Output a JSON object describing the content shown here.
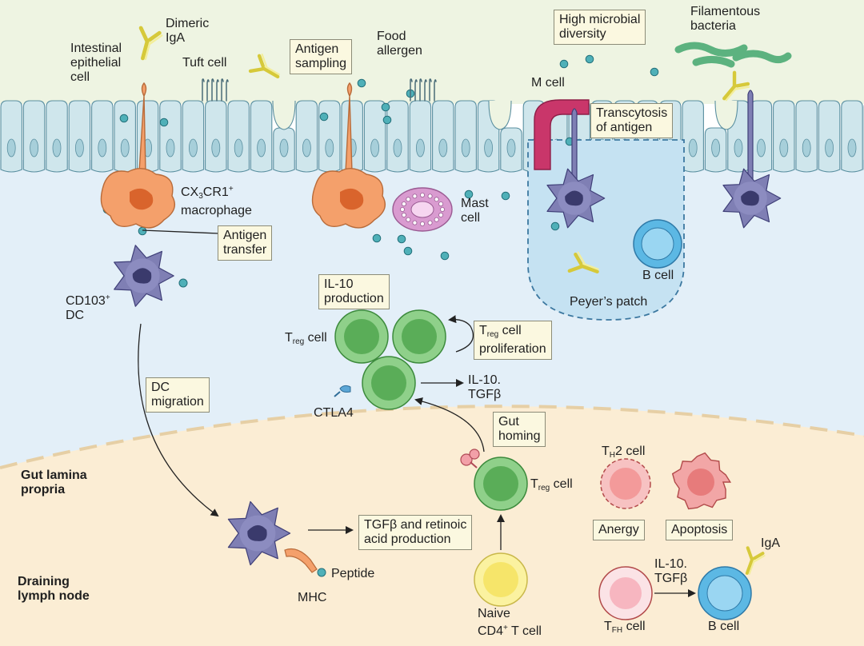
{
  "labels": {
    "dimeric_iga": [
      "Dimeric",
      "IgA"
    ],
    "intestinal_epithelial_cell": [
      "Intestinal",
      "epithelial",
      "cell"
    ],
    "tuft_cell": "Tuft cell",
    "antigen_sampling": [
      "Antigen",
      "sampling"
    ],
    "food_allergen": [
      "Food",
      "allergen"
    ],
    "high_microbial_diversity": [
      "High microbial",
      "diversity"
    ],
    "filamentous_bacteria": [
      "Filamentous",
      "bacteria"
    ],
    "m_cell": "M cell",
    "transcytosis": [
      "Transcytosis",
      "of antigen"
    ],
    "cx3cr1_macrophage": {
      "pre": "CX",
      "sub": "3",
      "post": "CR1",
      "sup": "+",
      "line2": "macrophage"
    },
    "mast_cell": [
      "Mast",
      "cell"
    ],
    "antigen_transfer": [
      "Antigen",
      "transfer"
    ],
    "cd103_dc": {
      "pre": "CD103",
      "sup": "+",
      "line2": "DC"
    },
    "b_cell_patch": "B cell",
    "peyers_patch": "Peyer’s patch",
    "il10_production": [
      "IL-10",
      "production"
    ],
    "treg_cell_top": {
      "pre": "T",
      "sub": "reg",
      "post": " cell"
    },
    "treg_proliferation": {
      "pre": "T",
      "sub": "reg",
      "post": " cell",
      "line2": "proliferation"
    },
    "il10_tgfb_top": [
      "IL-10.",
      "TGFβ"
    ],
    "ctla4": "CTLA4",
    "dc_migration": [
      "DC",
      "migration"
    ],
    "gut_homing": [
      "Gut",
      "homing"
    ],
    "gut_lamina_propria": [
      "Gut lamina",
      "propria"
    ],
    "treg_cell_bottom": {
      "pre": "T",
      "sub": "reg",
      "post": " cell"
    },
    "th2_cell": {
      "pre": "T",
      "sub": "H",
      "post": "2 cell"
    },
    "anergy": "Anergy",
    "apoptosis": "Apoptosis",
    "tgfb_retinoic": [
      "TGFβ and retinoic",
      "acid production"
    ],
    "peptide": "Peptide",
    "mhc": "MHC",
    "draining_lymph_node": [
      "Draining",
      "lymph node"
    ],
    "naive_cd4": {
      "line1": "Naive",
      "pre": "CD4",
      "sup": "+",
      "post": " T cell"
    },
    "il10_tgfb_bottom": [
      "IL-10.",
      "TGFβ"
    ],
    "iga_bottom": "IgA",
    "tfh_cell": {
      "pre": "T",
      "sub": "FH",
      "post": " cell"
    },
    "b_cell_bottom": "B cell"
  },
  "colors": {
    "lumen": "#eef4e2",
    "epithelium": "#cfe6ec",
    "lamina_propria": "#e3eff8",
    "lymph_node": "#fbedd4",
    "peyers_patch": "#c5e2f2",
    "macrophage": "#f4a06b",
    "dendritic_cell": "#7f7fb4",
    "m_cell": "#c9366a",
    "treg": "#7cc478",
    "mast_cell": "#d99bd0",
    "antigen": "#4fb0b8",
    "bacteria": "#5cb27f",
    "iga": "#e8e070",
    "naive_t": "#fbf2a0",
    "b_cell": "#5cb8e4",
    "th2": "#f39a9a",
    "tfh": "#f7b6c0"
  }
}
